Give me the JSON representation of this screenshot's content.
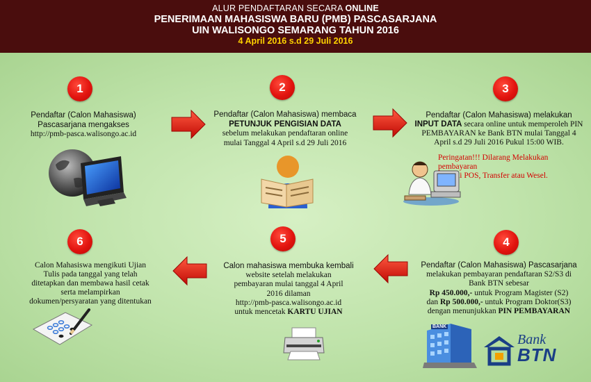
{
  "header": {
    "line1_prefix": "ALUR PENDAFTARAN SECARA ",
    "line1_bold": "ONLINE",
    "line2": "PENERIMAAN MAHASISWA BARU (PMB) PASCASARJANA",
    "line3": "UIN WALISONGO SEMARANG TAHUN 2016",
    "line4": "4 April 2016 s.d 29 Juli 2016"
  },
  "steps": [
    {
      "number": "1",
      "text": [
        "Pendaftar (Calon Mahasiswa)",
        "Pascasarjana mengakses",
        "http://pmb-pasca.walisongo.ac.id"
      ]
    },
    {
      "number": "2",
      "text_line1": "Pendaftar (Calon Mahasiswa) membaca",
      "text_bold": "PETUNJUK PENGISIAN DATA",
      "text_line3": "sebelum melakukan pendaftaran online",
      "text_line4": "mulai  Tanggal 4 April s.d 29 Juli 2016"
    },
    {
      "number": "3",
      "text_line1": "Pendaftar (Calon Mahasiswa) melakukan",
      "text_line2_bold": "INPUT DATA",
      "text_line2_rest": " secara online untuk memperoleh PIN",
      "text_line3": "PEMBAYARAN ke Bank BTN mulai Tanggal 4",
      "text_line4": "April s.d 29 Juli 2016 Pukul 15:00 WIB.",
      "warning_line1": "Peringatan!!! Dilarang Melakukan pembayaran",
      "warning_line2": "melalui POS, Transfer atau Wesel."
    },
    {
      "number": "4",
      "text_line1": "Pendaftar (Calon Mahasiswa) Pascasarjana",
      "text_line2": "melakukan pembayaran pendaftaran S2/S3 di",
      "text_line3": "Bank BTN sebesar",
      "price1_bold": "Rp 450.000,-",
      "price1_rest": "  untuk Program Magister (S2)",
      "price2_pre": "dan ",
      "price2_bold": "Rp 500.000,-",
      "price2_rest": " untuk Program Doktor(S3)",
      "pin_pre": "dengan menunjukkan ",
      "pin_bold": "PIN PEMBAYARAN",
      "bank_sign": "BANK",
      "logo_bank": "Bank",
      "logo_btn": "BTN"
    },
    {
      "number": "5",
      "text_line1": "Calon mahasiswa membuka kembali",
      "text_line2": "website setelah melakukan",
      "text_line3": "pembayaran mulai tanggal 4 April",
      "text_line4": "2016 dilaman",
      "text_line5": "http://pmb-pasca.walisongo.ac.id",
      "text_line6_pre": "untuk mencetak ",
      "text_line6_bold": "KARTU UJIAN"
    },
    {
      "number": "6",
      "text": [
        "Calon Mahasiswa mengikuti Ujian",
        "Tulis pada tanggal yang telah",
        "ditetapkan dan membawa hasil cetak",
        "serta melampirkan",
        "dokumen/persyaratan yang ditentukan"
      ]
    }
  ],
  "colors": {
    "header_bg": "#4a0d0d",
    "date_yellow": "#ffd200",
    "arrow_red": "#e8140e",
    "badge_red": "#e2140f",
    "background_green": "#b4dba0"
  }
}
